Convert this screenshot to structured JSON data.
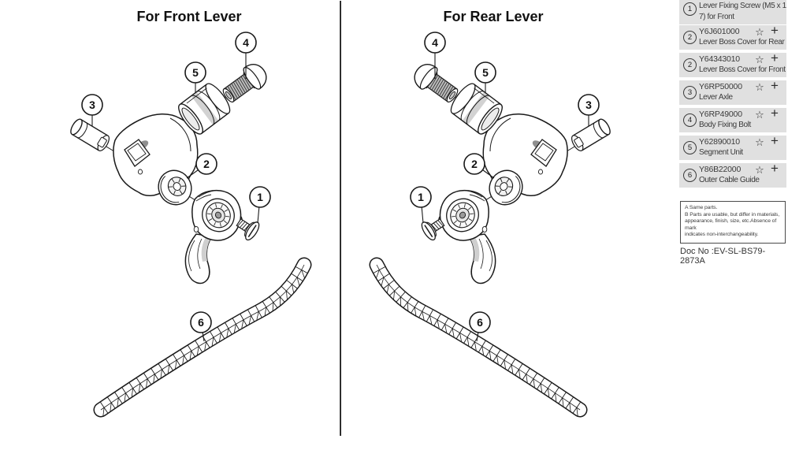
{
  "panels": [
    {
      "title": "For Front Lever",
      "callouts": [
        "3",
        "5",
        "4",
        "2",
        "1",
        "6"
      ]
    },
    {
      "title": "For Rear Lever",
      "callouts": [
        "3",
        "5",
        "4",
        "2",
        "1",
        "6"
      ]
    }
  ],
  "parts_list": {
    "items": [
      {
        "number": "1",
        "code": "",
        "name_lines": [
          "Lever Fixing Screw (M5 x 1",
          "7) for Front"
        ],
        "has_favorite": false,
        "has_add": false
      },
      {
        "number": "2",
        "code": "Y6J601000",
        "name": "Lever Boss Cover for Rear",
        "has_favorite": true,
        "has_add": true
      },
      {
        "number": "2",
        "code": "Y64343010",
        "name": "Lever Boss Cover for Front",
        "has_favorite": true,
        "has_add": true
      },
      {
        "number": "3",
        "code": "Y6RP50000",
        "name": "Lever Axle",
        "has_favorite": true,
        "has_add": true
      },
      {
        "number": "4",
        "code": "Y6RP49000",
        "name": "Body Fixing Bolt",
        "has_favorite": true,
        "has_add": true
      },
      {
        "number": "5",
        "code": "Y62890010",
        "name": "Segment Unit",
        "has_favorite": true,
        "has_add": true
      },
      {
        "number": "6",
        "code": "Y86B22000",
        "name": "Outer Cable Guide",
        "has_favorite": true,
        "has_add": true
      }
    ],
    "favorite_icon": "☆",
    "add_icon": "+"
  },
  "note": {
    "lines": [
      "A Same parts.",
      "B Parts are usable, but differ in materials,",
      "appearance, finish, size, etc.Absence of mark",
      "indicates non-interchangeability."
    ]
  },
  "doc_no": "Doc No :EV-SL-BS79-2873A",
  "colors": {
    "ink": "#1a1a1a",
    "row_bg": "#e0e0e0",
    "text": "#3b3b3b",
    "shade": "#d2d2d2"
  }
}
